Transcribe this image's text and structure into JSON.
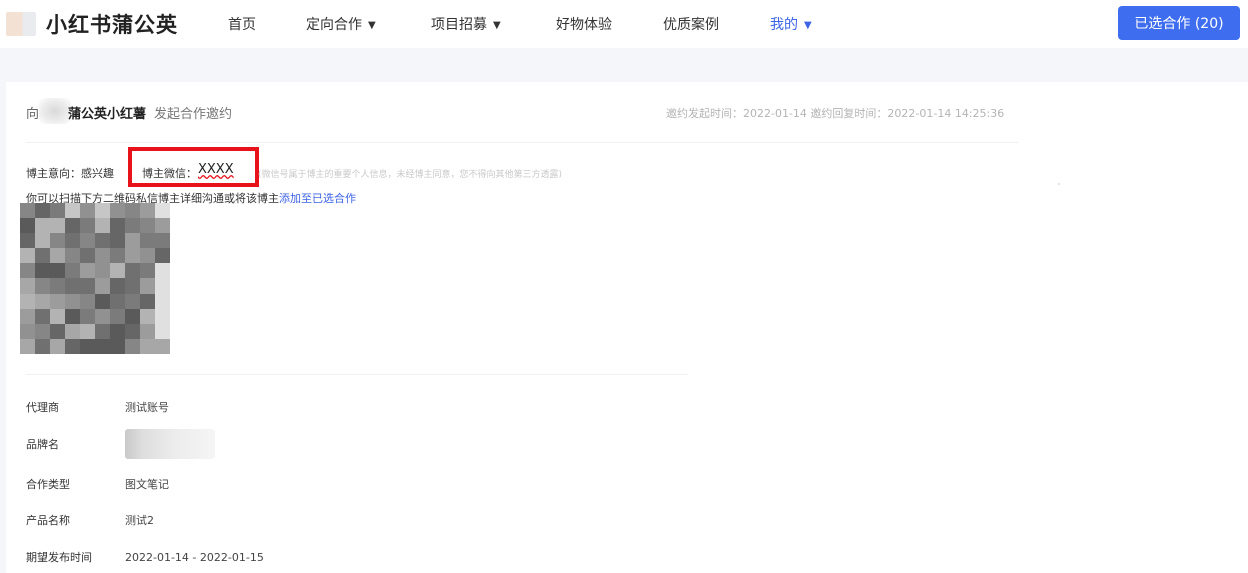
{
  "header": {
    "app_title": "小红书蒲公英",
    "nav": [
      {
        "label": "首页",
        "has_caret": false
      },
      {
        "label": "定向合作",
        "has_caret": true
      },
      {
        "label": "项目招募",
        "has_caret": true
      },
      {
        "label": "好物体验",
        "has_caret": false
      },
      {
        "label": "优质案例",
        "has_caret": false
      },
      {
        "label": "我的",
        "has_caret": true,
        "active": true
      }
    ],
    "caret_glyph": "▼",
    "selected_button": "已选合作 (20)"
  },
  "invitation": {
    "prefix": "向",
    "blogger": "蒲公英小红薯",
    "suffix": "发起合作邀约",
    "times": "邀约发起时间：2022-01-14  邀约回复时间：2022-01-14 14:25:36"
  },
  "response": {
    "intent": "博主意向：感兴趣",
    "wechat_label": "博主微信：",
    "wechat_value": "XXXX",
    "privacy_note": "(微信号属于博主的重要个人信息，未经博主同意，您不得向其他第三方透露)",
    "qr_tip": "你可以扫描下方二维码私信博主详细沟通或将该博主",
    "qr_link": "添加至已选合作"
  },
  "details": [
    {
      "label": "代理商",
      "value": "测试账号"
    },
    {
      "label": "品牌名",
      "value": ""
    },
    {
      "label": "合作类型",
      "value": "图文笔记"
    },
    {
      "label": "产品名称",
      "value": "测试2"
    },
    {
      "label": "期望发布时间",
      "value": "2022-01-14 - 2022-01-15"
    }
  ],
  "colors": {
    "accent": "#3e6df0",
    "highlight_box": "#e8121b",
    "link": "#3d63e6"
  }
}
